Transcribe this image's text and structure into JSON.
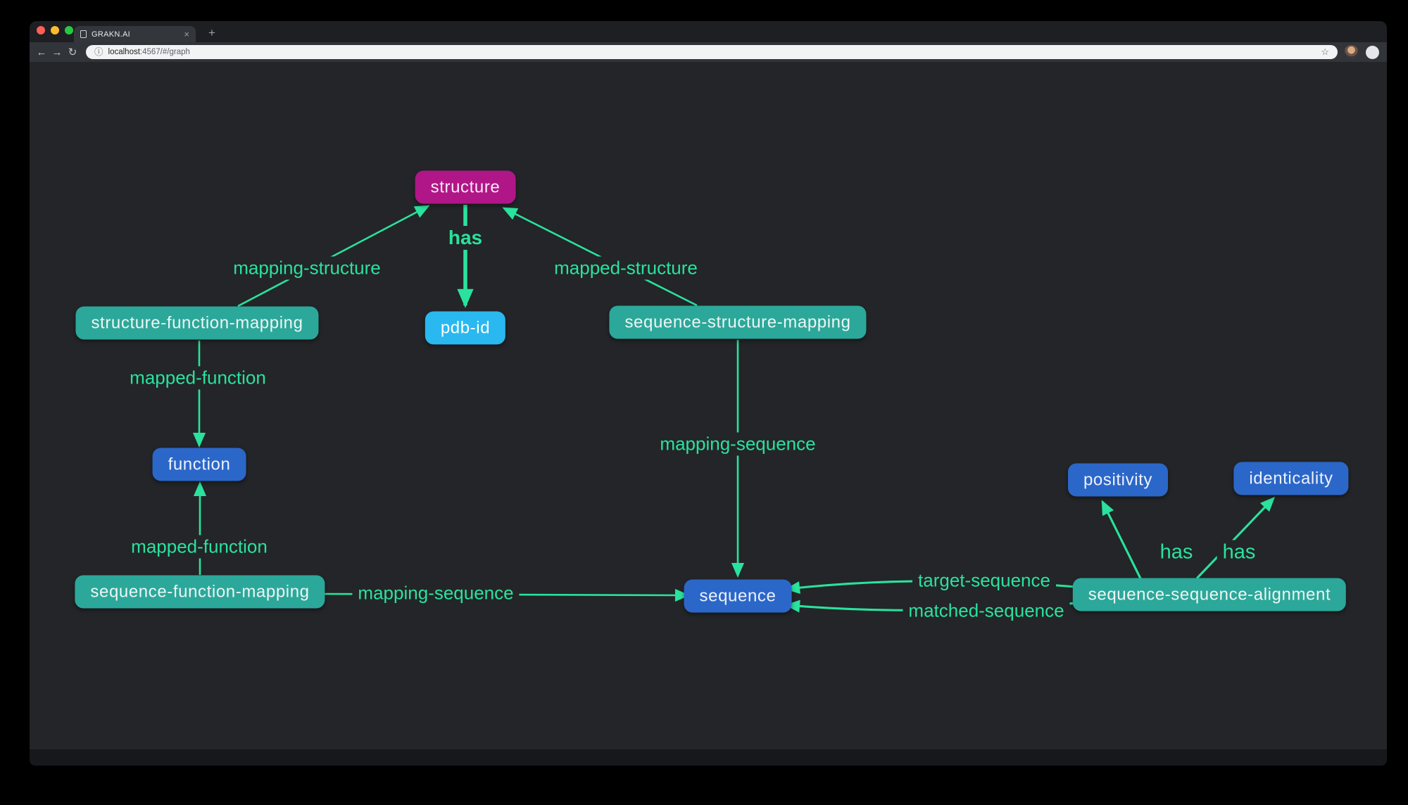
{
  "colors": {
    "canvas_bg": "#232528",
    "traffic_close": "#FF5F57",
    "traffic_minimize": "#FEBC2E",
    "traffic_maximize": "#28C840"
  },
  "browser": {
    "tab_title": "GRAKN.AI",
    "tab_close": "×",
    "new_tab": "+",
    "back": "←",
    "forward": "→",
    "reload": "↻",
    "info_icon": "ⓘ",
    "url_host": "localhost",
    "url_rest": ":4567/#/graph",
    "bookmark_star": "☆"
  },
  "graph": {
    "edge_color": "#2AE29D",
    "nodes": {
      "structure": {
        "label": "structure",
        "color": "#B01687"
      },
      "pdb_id": {
        "label": "pdb-id",
        "color": "#29B8F0"
      },
      "structure_function_mapping": {
        "label": "structure-function-mapping",
        "color": "#2BA89A"
      },
      "sequence_structure_mapping": {
        "label": "sequence-structure-mapping",
        "color": "#2BA89A"
      },
      "function": {
        "label": "function",
        "color": "#2B67C9"
      },
      "sequence_function_mapping": {
        "label": "sequence-function-mapping",
        "color": "#2BA89A"
      },
      "sequence": {
        "label": "sequence",
        "color": "#2B67C9"
      },
      "positivity": {
        "label": "positivity",
        "color": "#2B67C9"
      },
      "identicality": {
        "label": "identicality",
        "color": "#2B67C9"
      },
      "sequence_sequence_alignment": {
        "label": "sequence-sequence-alignment",
        "color": "#2BA89A"
      }
    },
    "edge_labels": {
      "mapping_structure": "mapping-structure",
      "has_pdb": "has",
      "mapped_structure": "mapped-structure",
      "mapped_function_top": "mapped-function",
      "mapped_function_bottom": "mapped-function",
      "mapping_sequence_vertical": "mapping-sequence",
      "mapping_sequence_horizontal": "mapping-sequence",
      "target_sequence": "target-sequence",
      "matched_sequence": "matched-sequence",
      "has_positivity": "has",
      "has_identicality": "has"
    }
  }
}
